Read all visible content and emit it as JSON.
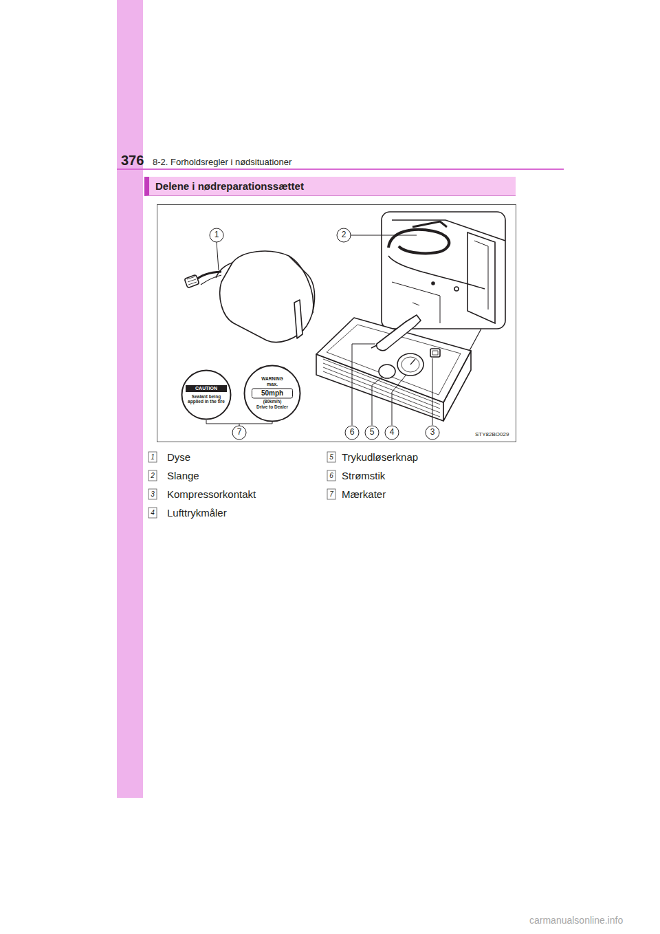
{
  "diagram": {
    "title": "Delene i nødreparationssættet",
    "nodes": [
      {
        "text": [
          "CAUTION",
          "Sealant being applied in the tire"
        ]
      },
      {
        "text": [
          "WARNING",
          "max.",
          "50mph",
          "(80km/h)",
          "Drive to Dealer"
        ]
      }
    ],
    "labels": [
      "376",
      "8-2. Forholdsregler i nødsituationer",
      "1",
      "2",
      "7",
      "6",
      "5",
      "4",
      "3",
      "STY82BO029",
      "1",
      "Dyse",
      "2",
      "Slange",
      "3",
      "Kompressorkontakt",
      "4",
      "Lufttrykmåler",
      "5",
      "Trykudløserknap",
      "6",
      "Strømstik",
      "7",
      "Mærkater",
      "carmanualsonline.info"
    ]
  }
}
